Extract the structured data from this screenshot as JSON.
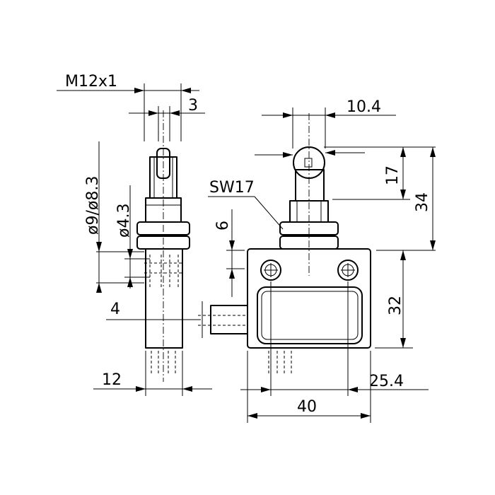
{
  "drawing": {
    "labels": {
      "thread": "M12x1",
      "nut_thickness": "3",
      "diameters": "ø9/ø8.3",
      "bore": "ø4.3",
      "offset_4": "4",
      "width_12": "12",
      "roller_width": "10.4",
      "wrench": "SW17",
      "spacing_6": "6",
      "height_17": "17",
      "height_34": "34",
      "height_32": "32",
      "hole_spacing": "25.4",
      "width_40": "40"
    }
  }
}
